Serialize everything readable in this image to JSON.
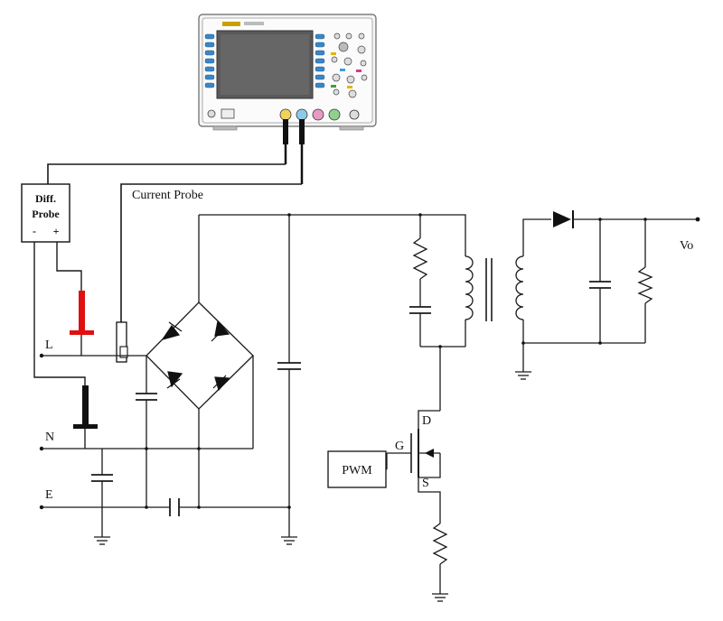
{
  "labels": {
    "current_probe": "Current Probe",
    "diff_probe_line1": "Diff.",
    "diff_probe_line2": "Probe",
    "diff_minus": "-",
    "diff_plus": "+",
    "line_L": "L",
    "line_N": "N",
    "line_E": "E",
    "gate": "G",
    "drain": "D",
    "source": "S",
    "pwm": "PWM",
    "output": "Vo"
  },
  "colors": {
    "wire": "#1a1a1a",
    "probe_red": "#e01010",
    "probe_black": "#111111"
  }
}
